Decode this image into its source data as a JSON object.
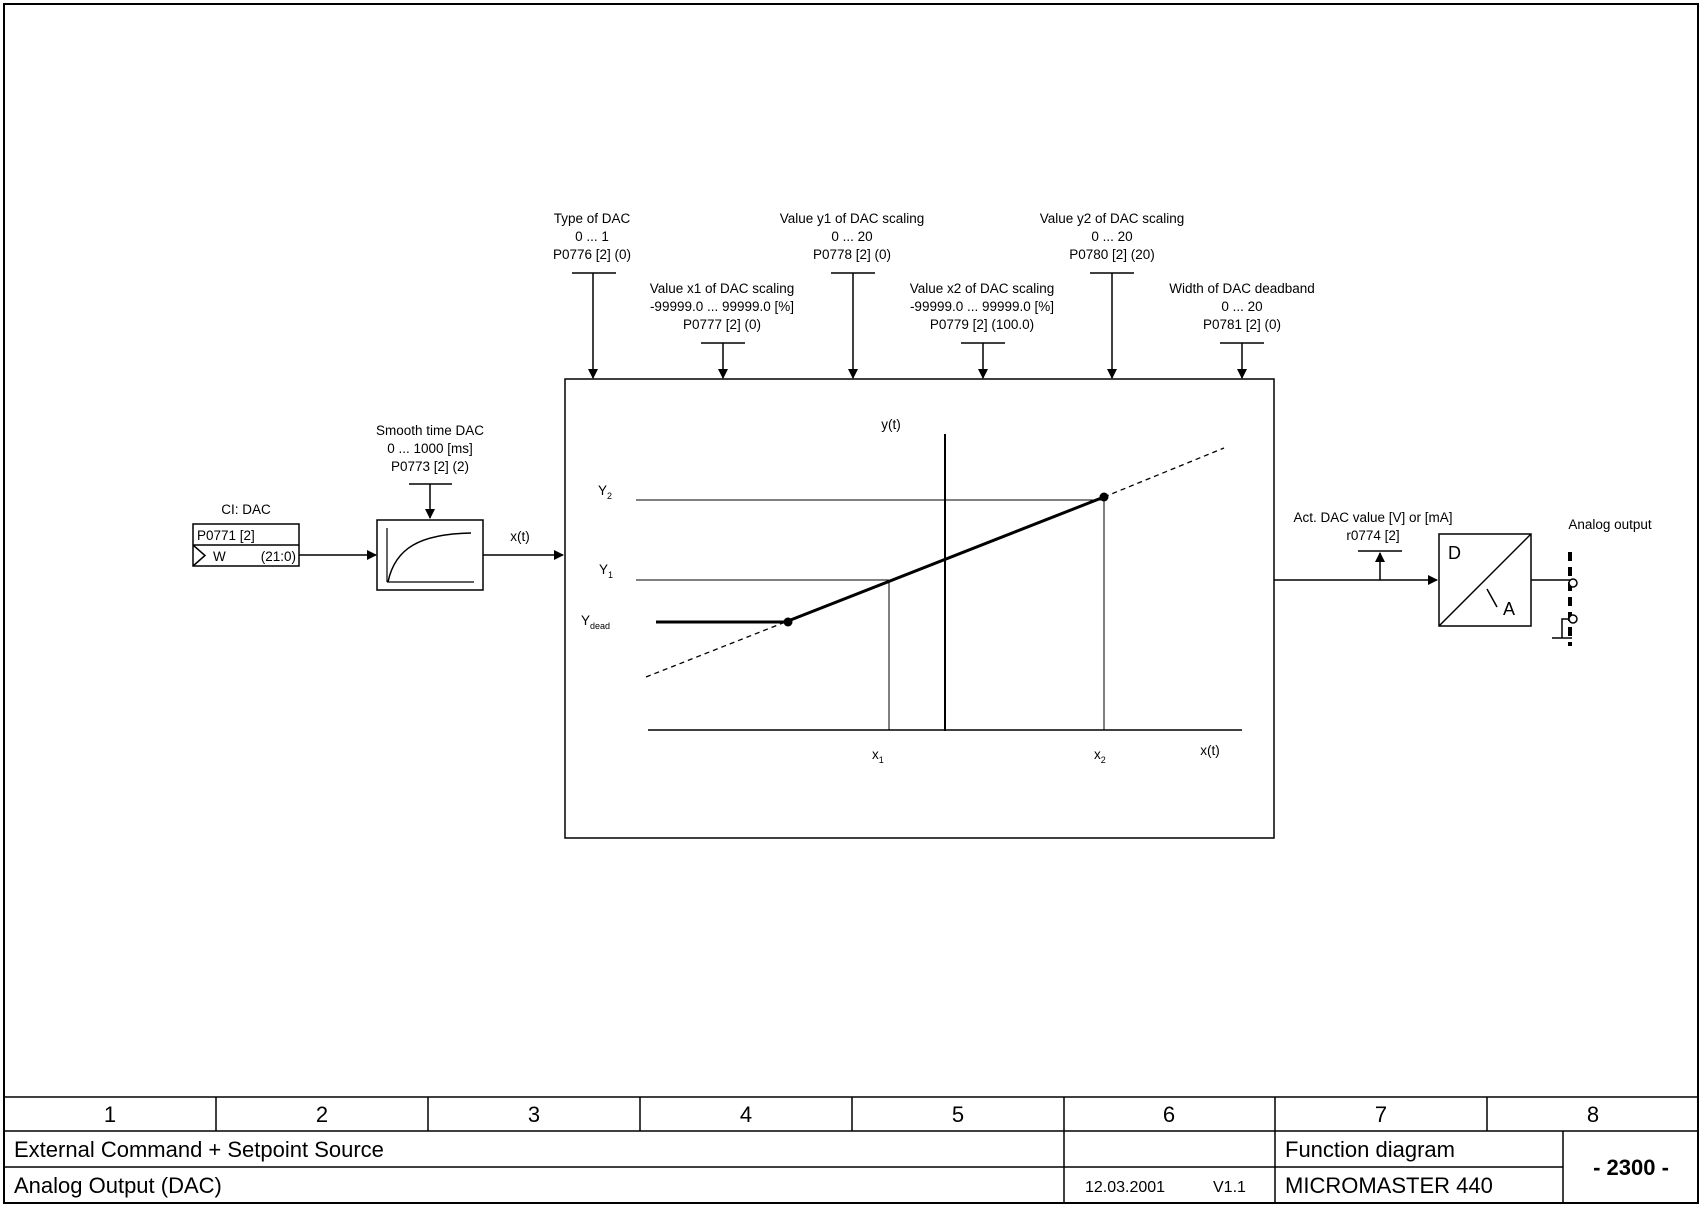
{
  "params": {
    "type": {
      "label": "Type of DAC",
      "range": "0 ... 1",
      "code": "P0776 [2] (0)"
    },
    "x1": {
      "label": "Value x1 of DAC scaling",
      "range": "-99999.0 ... 99999.0  [%]",
      "code": "P0777 [2] (0)"
    },
    "y1": {
      "label": "Value y1 of DAC scaling",
      "range": "0 ... 20",
      "code": "P0778 [2] (0)"
    },
    "x2": {
      "label": "Value x2 of DAC scaling",
      "range": "-99999.0 ... 99999.0  [%]",
      "code": "P0779 [2] (100.0)"
    },
    "y2": {
      "label": "Value y2 of DAC scaling",
      "range": "0 ... 20",
      "code": "P0780 [2] (20)"
    },
    "deadband": {
      "label": "Width of DAC deadband",
      "range": "0 ... 20",
      "code": "P0781 [2] (0)"
    },
    "smooth": {
      "label": "Smooth time DAC",
      "range": "0 ... 1000  [ms]",
      "code": "P0773 [2] (2)"
    }
  },
  "connector": {
    "title": "CI: DAC",
    "param": "P0771 [2]",
    "type": "W",
    "default": "(21:0)"
  },
  "signals": {
    "input": "x(t)"
  },
  "graph": {
    "y_axis": "y(t)",
    "x_axis": "x(t)",
    "y2": "Y",
    "y2_sub": "2",
    "y1": "Y",
    "y1_sub": "1",
    "ydead": "Y",
    "ydead_sub": "dead",
    "x1": "x",
    "x1_sub": "1",
    "x2": "x",
    "x2_sub": "2"
  },
  "output": {
    "act_label": "Act. DAC value [V] or [mA]",
    "act_code": "r0774 [2]",
    "d": "D",
    "a": "A",
    "analog": "Analog output"
  },
  "title_block": {
    "columns": [
      "1",
      "2",
      "3",
      "4",
      "5",
      "6",
      "7",
      "8"
    ],
    "row1": "External Command + Setpoint Source",
    "row2": "Analog Output (DAC)",
    "date": "12.03.2001",
    "version": "V1.1",
    "type": "Function diagram",
    "product": "MICROMASTER 440",
    "page": "- 2300 -"
  }
}
